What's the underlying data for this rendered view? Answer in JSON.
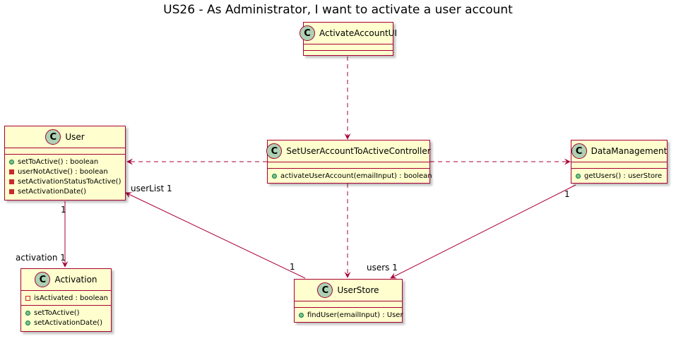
{
  "title": "US26 - As Administrator, I want to activate a user account",
  "colors": {
    "class_fill": "#FEFECE",
    "border": "#A80036",
    "badge": "#ADD1B2",
    "public": "#84BE84",
    "private": "#C82930"
  },
  "classes": {
    "activate_account_ui": {
      "badge": "C",
      "name": "ActivateAccountUI",
      "attributes": [],
      "methods": []
    },
    "user": {
      "badge": "C",
      "name": "User",
      "methods": [
        {
          "visibility": "public",
          "text": "setToActive() : boolean"
        },
        {
          "visibility": "private",
          "text": "userNotActive() : boolean"
        },
        {
          "visibility": "private",
          "text": "setActivationStatusToActive()"
        },
        {
          "visibility": "private",
          "text": "setActivationDate()"
        }
      ]
    },
    "controller": {
      "badge": "C",
      "name": "SetUserAccountToActiveController",
      "methods": [
        {
          "visibility": "public",
          "text": "activateUserAccount(emailInput) : boolean"
        }
      ]
    },
    "data_management": {
      "badge": "C",
      "name": "DataManagement",
      "methods": [
        {
          "visibility": "public",
          "text": "getUsers() : userStore"
        }
      ]
    },
    "activation": {
      "badge": "C",
      "name": "Activation",
      "attributes": [
        {
          "visibility": "private-hollow",
          "text": "isActivated : boolean"
        }
      ],
      "methods": [
        {
          "visibility": "public",
          "text": "setToActive()"
        },
        {
          "visibility": "public",
          "text": "setActivationDate()"
        }
      ]
    },
    "user_store": {
      "badge": "C",
      "name": "UserStore",
      "methods": [
        {
          "visibility": "public",
          "text": "findUser(emailInput) : User"
        }
      ]
    }
  },
  "relations": [
    {
      "from": "ActivateAccountUI",
      "to": "SetUserAccountToActiveController",
      "kind": "dependency"
    },
    {
      "from": "SetUserAccountToActiveController",
      "to": "User",
      "kind": "dependency"
    },
    {
      "from": "SetUserAccountToActiveController",
      "to": "DataManagement",
      "kind": "dependency"
    },
    {
      "from": "SetUserAccountToActiveController",
      "to": "UserStore",
      "kind": "dependency"
    },
    {
      "from": "User",
      "to": "Activation",
      "kind": "association",
      "from_label": "1",
      "to_label": "activation 1"
    },
    {
      "from": "UserStore",
      "to": "User",
      "kind": "association",
      "from_label": "1",
      "to_label": "userList 1"
    },
    {
      "from": "DataManagement",
      "to": "UserStore",
      "kind": "association",
      "from_label": "1",
      "to_label": "users 1"
    }
  ],
  "labels": {
    "user_end": "1",
    "activation_end": "activation 1",
    "userlist_end": "userList 1",
    "userstore_end": "1",
    "dm_end": "1",
    "users_end": "users 1"
  }
}
